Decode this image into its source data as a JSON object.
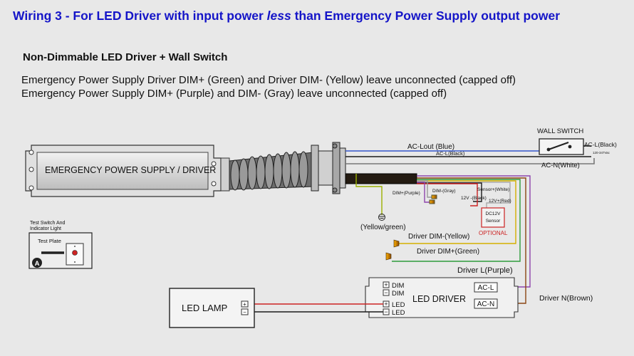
{
  "title": {
    "prefix": "Wiring 3 - For LED Driver with input power ",
    "emphasis": "less",
    "suffix": " than Emergency Power Supply output power"
  },
  "subtitle": "Non-Dimmable LED Driver + Wall Switch",
  "notes": [
    "Emergency Power Supply Driver DIM+ (Green) and Driver DIM- (Yellow) leave unconnected (capped off)",
    "Emergency Power Supply DIM+ (Purple) and DIM- (Gray) leave unconnected (capped off)"
  ],
  "emergency_unit": {
    "label": "EMERGENCY POWER SUPPLY / DRIVER"
  },
  "wall_switch": {
    "title": "WALL SWITCH",
    "rating": "120-347Vac"
  },
  "wire_labels": {
    "ac_lout": "AC-Lout (Blue)",
    "ac_l_inner": "AC-L(Black)",
    "ac_l_switch": "AC-L(Black)",
    "ac_n": "AC-N(White)",
    "dim_purple": "DIM+(Purple)",
    "dim_gray": "DIM-(Gray)",
    "sensor_white": "Sensor+(White)",
    "v12_black": "12V -(Black)",
    "v12_red": "12V+(Red)",
    "yellow_green": "(Yellow/green)",
    "driver_dim_minus": "Driver DIM-(Yellow)",
    "driver_dim_plus": "Driver DIM+(Green)",
    "driver_l": "Driver L(Purple)",
    "driver_n": "Driver N(Brown)"
  },
  "sensor": {
    "line1": "DC12V",
    "line2": "Sensor",
    "optional": "OPTIONAL"
  },
  "test_switch": {
    "caption_line1": "Test Switch And",
    "caption_line2": "Indicator Light",
    "plate": "Test Plate",
    "badge": "A"
  },
  "led_lamp": {
    "label": "LED LAMP",
    "plus": "+",
    "minus": "−"
  },
  "led_driver": {
    "label": "LED DRIVER",
    "pins_left": [
      {
        "sign": "+",
        "name": "DIM"
      },
      {
        "sign": "−",
        "name": "DIM"
      },
      {
        "sign": "+",
        "name": "LED"
      },
      {
        "sign": "−",
        "name": "LED"
      }
    ],
    "pins_right": [
      "AC-L",
      "AC-N"
    ]
  },
  "colors": {
    "title": "#1515c8",
    "wire_black": "#1a1a1a",
    "wire_blue": "#3355cc",
    "wire_red": "#cc2222",
    "wire_purple": "#8e44ad",
    "wire_brown": "#8b4513",
    "wire_yellow": "#d4b000",
    "wire_green": "#2e9b3a",
    "optional": "#cc2222"
  }
}
